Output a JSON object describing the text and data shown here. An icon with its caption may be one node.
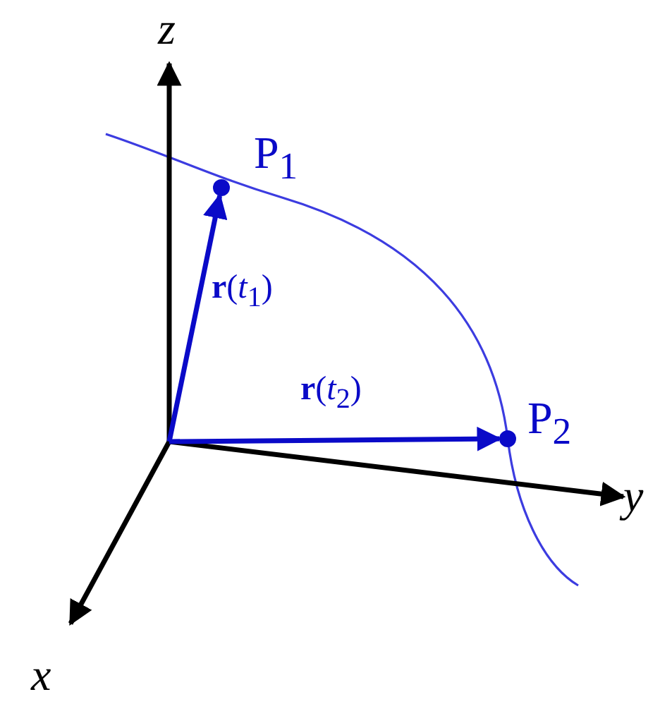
{
  "diagram": {
    "nodes": [
      {
        "text": [],
        "shape": "circle",
        "beside": [
          "P$_{1}$"
        ]
      },
      {
        "text": [],
        "shape": "circle",
        "beside": [
          "P$_{2}$"
        ]
      }
    ],
    "edges": [
      {
        "from": null,
        "to": 0,
        "arrow": "to",
        "label": "**r**(*t*$_{1}$)"
      },
      {
        "from": null,
        "to": 1,
        "arrow": "to",
        "label": "**r**(*t*$_{2}$)"
      }
    ],
    "labels": [
      "z",
      "y",
      "x"
    ]
  }
}
